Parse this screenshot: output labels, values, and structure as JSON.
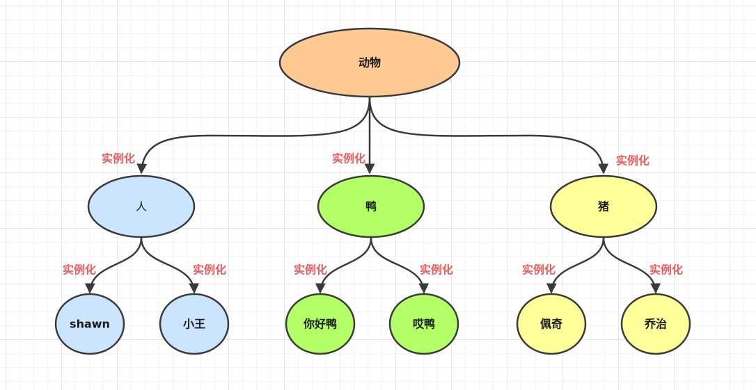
{
  "colors": {
    "root_fill": "#ffc994",
    "blue_fill": "#cce5ff",
    "green_fill": "#b3ff66",
    "yellow_fill": "#ffff99",
    "edge_label": "#f05a5a",
    "stroke": "#3a3a3a"
  },
  "root": {
    "label": "动物"
  },
  "classes": [
    {
      "label": "人",
      "edge_label": "实例化"
    },
    {
      "label": "鸭",
      "edge_label": "实例化"
    },
    {
      "label": "猪",
      "edge_label": "实例化"
    }
  ],
  "instances": [
    {
      "label": "shawn",
      "edge_label": "实例化"
    },
    {
      "label": "小王",
      "edge_label": "实例化"
    },
    {
      "label": "你好鸭",
      "edge_label": "实例化"
    },
    {
      "label": "哎鸭",
      "edge_label": "实例化"
    },
    {
      "label": "佩奇",
      "edge_label": "实例化"
    },
    {
      "label": "乔治",
      "edge_label": "实例化"
    }
  ]
}
